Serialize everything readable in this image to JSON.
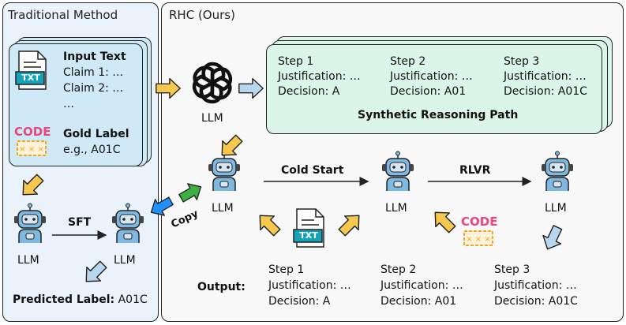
{
  "left_panel": {
    "title": "Traditional Method",
    "input_card": {
      "input_text_title": "Input Text",
      "claim1": "Claim 1: …",
      "claim2": "Claim 2: …",
      "ellipsis": "…",
      "gold_label_title": "Gold Label",
      "gold_example": "e.g., A01C",
      "txt_icon_label": "TXT",
      "code_icon_label": "CODE"
    },
    "sft_label": "SFT",
    "llm_label": "LLM",
    "predicted_label_key": "Predicted Label:",
    "predicted_label_value": "A01C"
  },
  "right_panel": {
    "title": "RHC (Ours)",
    "llm_label": "LLM",
    "synthetic_card": {
      "caption": "Synthetic Reasoning Path",
      "steps": [
        {
          "step": "Step 1",
          "justification": "Justification: …",
          "decision": "Decision: A"
        },
        {
          "step": "Step 2",
          "justification": "Justification: …",
          "decision": "Decision: A01"
        },
        {
          "step": "Step 3",
          "justification": "Justification: …",
          "decision": "Decision: A01C"
        }
      ]
    },
    "cold_start_label": "Cold Start",
    "rlvr_label": "RLVR",
    "copy_label": "Copy",
    "txt_icon_label": "TXT",
    "code_icon_label": "CODE",
    "output_label": "Output:",
    "output_steps": [
      {
        "step": "Step 1",
        "justification": "Justification: …",
        "decision": "Decision: A"
      },
      {
        "step": "Step 2",
        "justification": "Justification: …",
        "decision": "Decision: A01"
      },
      {
        "step": "Step 3",
        "justification": "Justification: …",
        "decision": "Decision: A01C"
      }
    ]
  },
  "colors": {
    "left_bg": "#eaf3fb",
    "card_blue": "#cfe9f7",
    "card_green": "#dcf5ea",
    "arrow_yellow": "#f6c94e",
    "arrow_blue": "#b8d6ee",
    "copy_blue": "#1e90ff",
    "copy_green": "#3cb043",
    "code_pink": "#e8467c",
    "code_orange": "#f5a623",
    "robot_blue": "#7fb8e0"
  }
}
